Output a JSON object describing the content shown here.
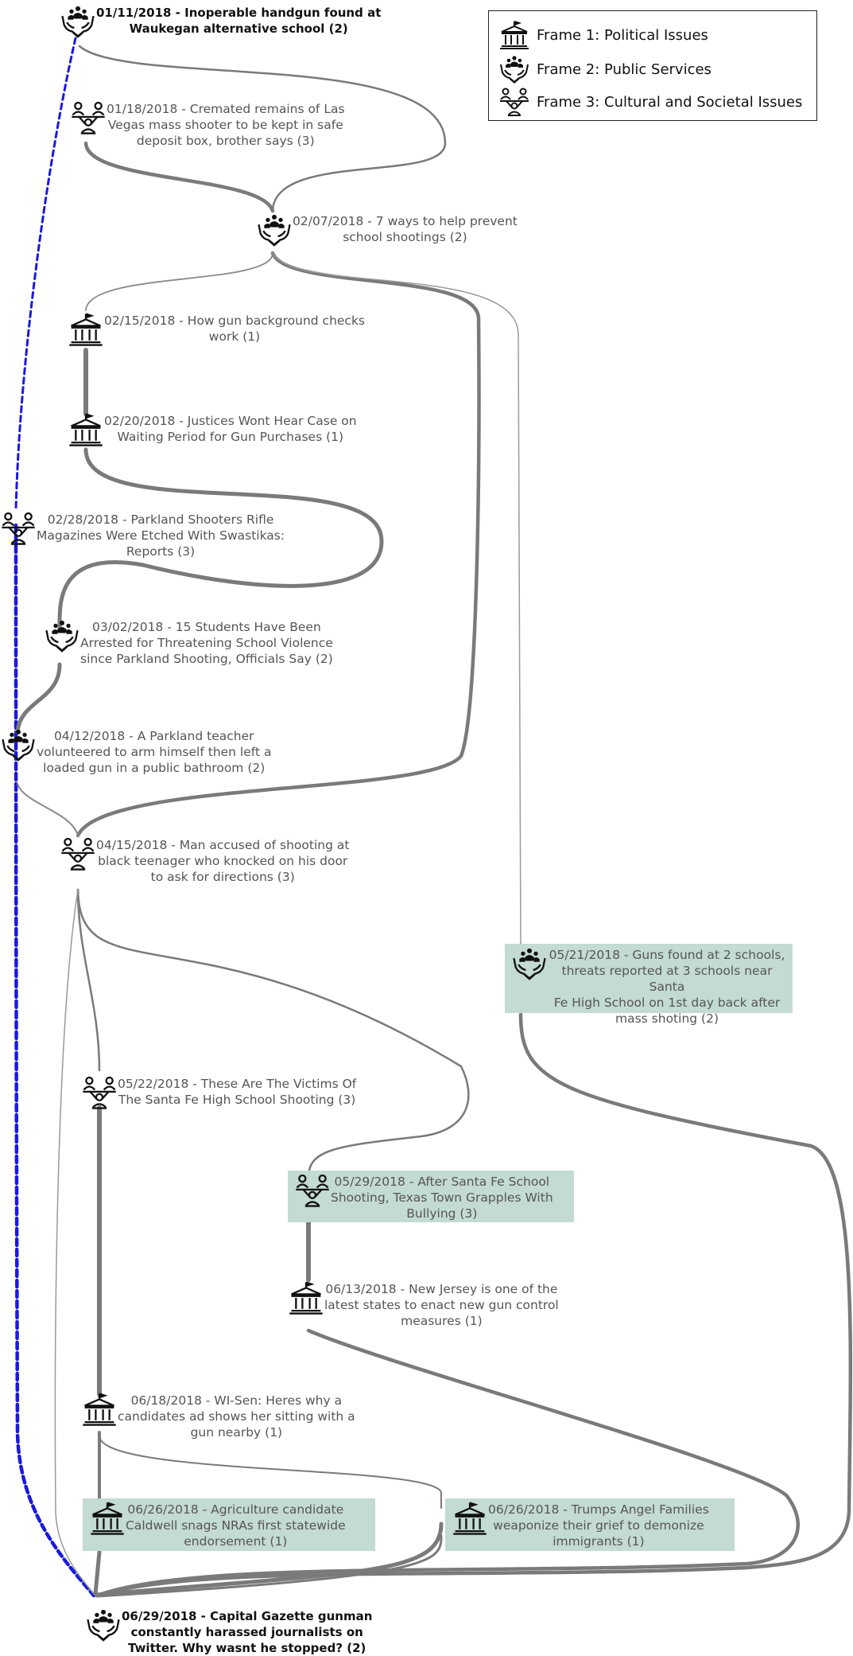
{
  "legend": {
    "items": [
      {
        "label": "Frame 1: Political Issues",
        "frame": 1
      },
      {
        "label": "Frame 2: Public Services",
        "frame": 2
      },
      {
        "label": "Frame 3: Cultural and Societal Issues",
        "frame": 3
      }
    ]
  },
  "nodes": [
    {
      "id": "n0101",
      "frame": 2,
      "bold": true,
      "lines": [
        "01/11/2018 - Inoperable handgun found at",
        "Waukegan alternative school (2)"
      ]
    },
    {
      "id": "n0118",
      "frame": 3,
      "lines": [
        "01/18/2018 - Cremated remains of Las",
        "Vegas mass shooter to be kept in safe",
        "deposit box, brother says (3)"
      ]
    },
    {
      "id": "n0207",
      "frame": 2,
      "lines": [
        "02/07/2018 - 7 ways to help prevent",
        "school shootings (2)"
      ]
    },
    {
      "id": "n0215",
      "frame": 1,
      "lines": [
        "02/15/2018 - How gun background checks",
        "work (1)"
      ]
    },
    {
      "id": "n0220",
      "frame": 1,
      "lines": [
        "02/20/2018 - Justices Wont Hear Case on",
        "Waiting Period for Gun Purchases (1)"
      ]
    },
    {
      "id": "n0228",
      "frame": 3,
      "lines": [
        "02/28/2018 - Parkland Shooters Rifle",
        "Magazines Were Etched With Swastikas:",
        "Reports (3)"
      ]
    },
    {
      "id": "n0302",
      "frame": 2,
      "lines": [
        "03/02/2018 - 15 Students Have Been",
        "Arrested for Threatening School Violence",
        "since Parkland Shooting, Officials Say (2)"
      ]
    },
    {
      "id": "n0412",
      "frame": 2,
      "lines": [
        "04/12/2018 - A Parkland teacher",
        "volunteered to arm himself then left a",
        "loaded gun in a public bathroom (2)"
      ]
    },
    {
      "id": "n0415",
      "frame": 3,
      "lines": [
        "04/15/2018 - Man accused of shooting at",
        "black teenager who knocked on his door",
        "to ask for directions (3)"
      ]
    },
    {
      "id": "n0521",
      "frame": 2,
      "highlight": true,
      "lines": [
        "05/21/2018 - Guns found at 2 schools,",
        "threats reported at 3 schools near Santa",
        "Fe High School on 1st day back after",
        "mass shoting (2)"
      ]
    },
    {
      "id": "n0522",
      "frame": 3,
      "lines": [
        "05/22/2018 - These Are The Victims Of",
        "The Santa Fe High School Shooting (3)"
      ]
    },
    {
      "id": "n0529",
      "frame": 3,
      "highlight": true,
      "lines": [
        "05/29/2018 - After Santa Fe School",
        "Shooting, Texas Town Grapples With",
        "Bullying (3)"
      ]
    },
    {
      "id": "n0613",
      "frame": 1,
      "lines": [
        "06/13/2018 - New Jersey is one of the",
        "latest states to enact new gun control",
        "measures (1)"
      ]
    },
    {
      "id": "n0618",
      "frame": 1,
      "lines": [
        "06/18/2018 - WI-Sen: Heres why a",
        "candidates ad shows her sitting with a",
        "gun nearby (1)"
      ]
    },
    {
      "id": "n0626a",
      "frame": 1,
      "highlight": true,
      "lines": [
        "06/26/2018 - Agriculture candidate",
        "Caldwell snags NRAs first statewide",
        "endorsement (1)"
      ]
    },
    {
      "id": "n0626b",
      "frame": 1,
      "highlight": true,
      "lines": [
        "06/26/2018 - Trumps Angel Families",
        "weaponize their grief to demonize",
        "immigrants (1)"
      ]
    },
    {
      "id": "n0629",
      "frame": 2,
      "bold": true,
      "lines": [
        "06/29/2018 - Capital Gazette gunman",
        "constantly harassed journalists on",
        "Twitter. Why wasnt he stopped? (2)"
      ]
    }
  ],
  "colors": {
    "edge": "#7a7a7a",
    "edge_light": "#9a9a9a",
    "dashed": "#1a1adb",
    "highlight": "#c3dbd1",
    "text": "#555555",
    "icon": "#111111"
  }
}
